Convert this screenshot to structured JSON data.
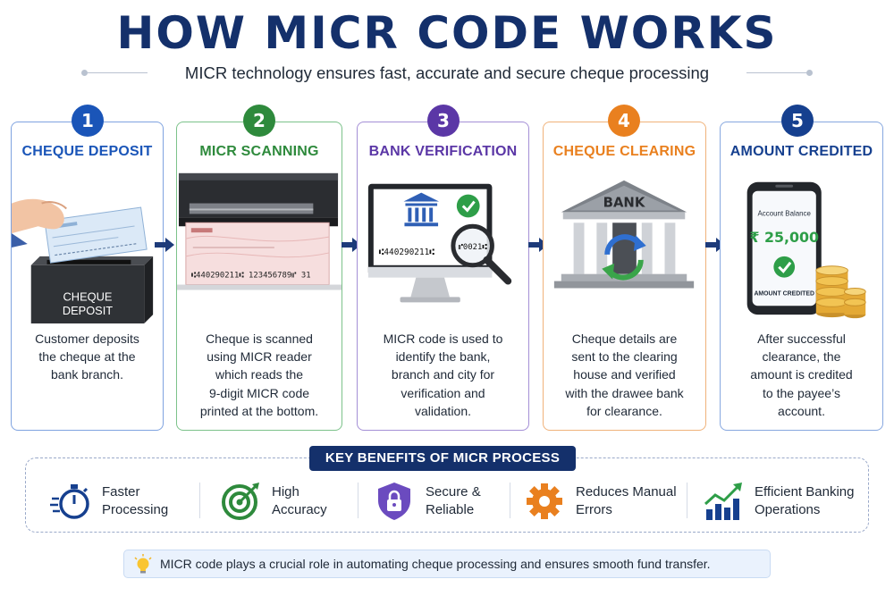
{
  "header": {
    "title": "HOW MICR CODE WORKS",
    "subtitle": "MICR technology ensures fast, accurate and secure cheque processing"
  },
  "steps": [
    {
      "number": "1",
      "title": "CHEQUE DEPOSIT",
      "color": "#1a55b8",
      "illustration_text": [
        "CHEQUE",
        "DEPOSIT"
      ],
      "description": [
        "Customer deposits",
        "the cheque at the",
        "bank branch."
      ]
    },
    {
      "number": "2",
      "title": "MICR SCANNING",
      "color": "#2e8a3c",
      "illustration_text": "⑆440290211⑆ 123456789⑈ 31",
      "description": [
        "Cheque is scanned",
        "using MICR reader",
        "which reads the",
        "9-digit MICR code",
        "printed at the bottom."
      ]
    },
    {
      "number": "3",
      "title": "BANK VERIFICATION",
      "color": "#5b37a6",
      "illustration_text": "⑆440290211⑆",
      "description": [
        "MICR code is used to",
        "identify the bank,",
        "branch and city for",
        "verification and",
        "validation."
      ]
    },
    {
      "number": "4",
      "title": "CHEQUE CLEARING",
      "color": "#e9801f",
      "illustration_text": "BANK",
      "description": [
        "Cheque details are",
        "sent to the clearing",
        "house and verified",
        "with the drawee bank",
        "for clearance."
      ]
    },
    {
      "number": "5",
      "title": "AMOUNT CREDITED",
      "color": "#16408f",
      "phone": {
        "heading": "Account Balance",
        "amount": "₹ 25,000",
        "status": "AMOUNT CREDITED"
      },
      "description": [
        "After successful",
        "clearance, the",
        "amount is credited",
        "to the payee’s",
        "account."
      ]
    }
  ],
  "benefits": {
    "title": "KEY BENEFITS OF MICR PROCESS",
    "items": [
      {
        "label": [
          "Faster",
          "Processing"
        ],
        "icon": "stopwatch-icon"
      },
      {
        "label": [
          "High",
          "Accuracy"
        ],
        "icon": "target-icon"
      },
      {
        "label": [
          "Secure &",
          "Reliable"
        ],
        "icon": "shield-lock-icon"
      },
      {
        "label": [
          "Reduces Manual",
          "Errors"
        ],
        "icon": "gear-icon"
      },
      {
        "label": [
          "Efficient Banking",
          "Operations"
        ],
        "icon": "growth-chart-icon"
      }
    ]
  },
  "footer": {
    "icon": "lightbulb-icon",
    "text": "MICR code plays a crucial role in automating cheque processing and ensures smooth fund transfer."
  }
}
